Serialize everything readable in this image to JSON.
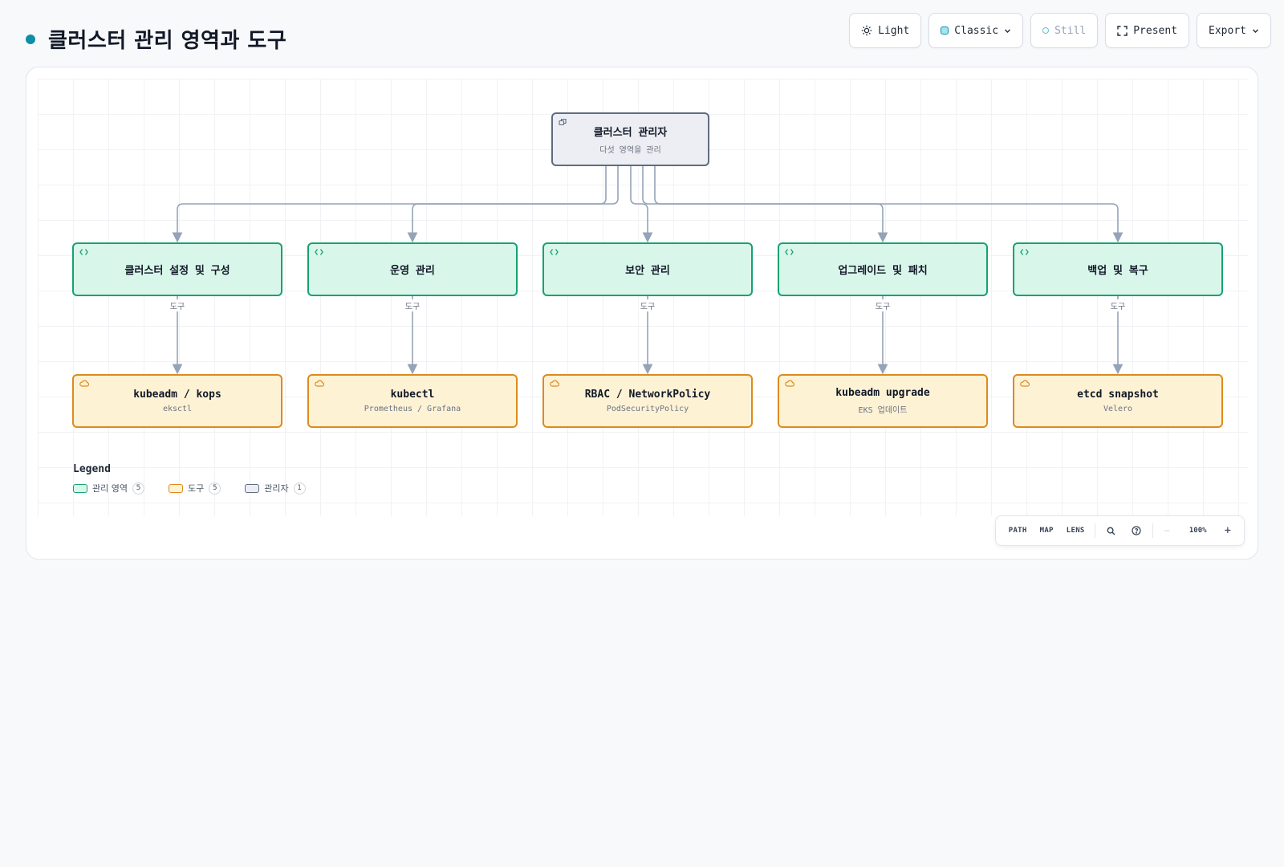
{
  "page": {
    "title": "클러스터 관리 영역과 도구"
  },
  "toolbar": {
    "theme_label": "Light",
    "style_label": "Classic",
    "motion_label": "Still",
    "present_label": "Present",
    "export_label": "Export"
  },
  "diagram": {
    "root": {
      "label": "클러스터 관리자",
      "sub": "다섯 영역을 관리"
    },
    "domains": [
      {
        "label": "클러스터 설정 및 구성"
      },
      {
        "label": "운영 관리"
      },
      {
        "label": "보안 관리"
      },
      {
        "label": "업그레이드 및 패치"
      },
      {
        "label": "백업 및 복구"
      }
    ],
    "tools": [
      {
        "label": "kubeadm / kops",
        "sub": "eksctl"
      },
      {
        "label": "kubectl",
        "sub": "Prometheus / Grafana"
      },
      {
        "label": "RBAC / NetworkPolicy",
        "sub": "PodSecurityPolicy"
      },
      {
        "label": "kubeadm upgrade",
        "sub": "EKS 업데이트"
      },
      {
        "label": "etcd snapshot",
        "sub": "Velero"
      }
    ],
    "edge_label": "도구"
  },
  "legend": {
    "title": "Legend",
    "items": [
      {
        "label": "관리 영역",
        "count": "5"
      },
      {
        "label": "도구",
        "count": "5"
      },
      {
        "label": "관리자",
        "count": "1"
      }
    ]
  },
  "zoom": {
    "path": "PATH",
    "map": "MAP",
    "lens": "LENS",
    "minus": "−",
    "level": "100%",
    "plus": "+"
  },
  "colors": {
    "domain_fill": "#d9f6ea",
    "domain_border": "#16a271",
    "tool_fill": "#fef2d5",
    "tool_border": "#dd8a1e",
    "manager_fill": "#eceef3",
    "manager_border": "#5f6b80",
    "edge": "#94a3b8",
    "accent": "#0e8ea6"
  }
}
